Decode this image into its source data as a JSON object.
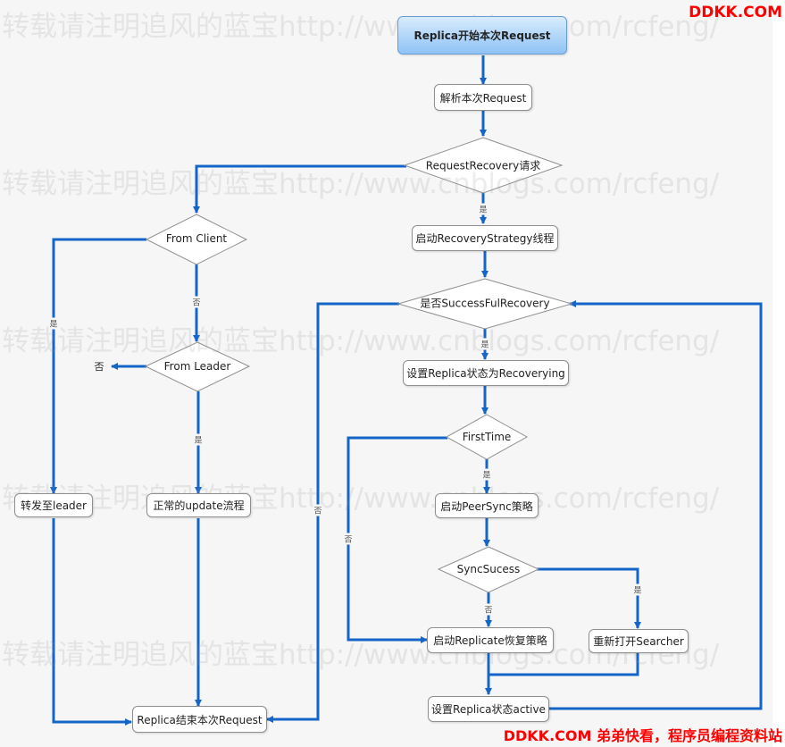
{
  "nodes": {
    "start": "Replica开始本次Request",
    "parse": "解析本次Request",
    "recovery_req": "RequestRecovery请求",
    "from_client": "From Client",
    "from_leader": "From Leader",
    "forward": "转发至leader",
    "normal_update": "正常的update流程",
    "end": "Replica结束本次Request",
    "start_strategy": "启动RecoveryStrategy线程",
    "success_recovery": "是否SuccessFulRecovery",
    "set_recovering": "设置Replica状态为Recoverying",
    "first_time": "FirstTime",
    "peer_sync": "启动PeerSync策略",
    "sync_success": "SyncSucess",
    "replicate": "启动Replicate恢复策略",
    "reopen_searcher": "重新打开Searcher",
    "set_active": "设置Replica状态active"
  },
  "edge_labels": {
    "recovery_yes": "是",
    "client_no": "否",
    "client_yes": "是",
    "leader_no": "否",
    "leader_yes": "是",
    "success_no": "否",
    "success_yes": "是",
    "first_yes": "是",
    "first_no": "否",
    "sync_no": "否",
    "sync_yes": "是"
  },
  "watermark": "转载请注明追风的蓝宝http://www.cnblogs.com/rcfeng/",
  "brand_top": "DDKK.COM",
  "brand_bottom": "DDKK.COM 弟弟快看，程序员编程资料站",
  "colors": {
    "edge": "#1565c8",
    "brand": "#ff0000",
    "start_fill": "#9cc9f4"
  }
}
